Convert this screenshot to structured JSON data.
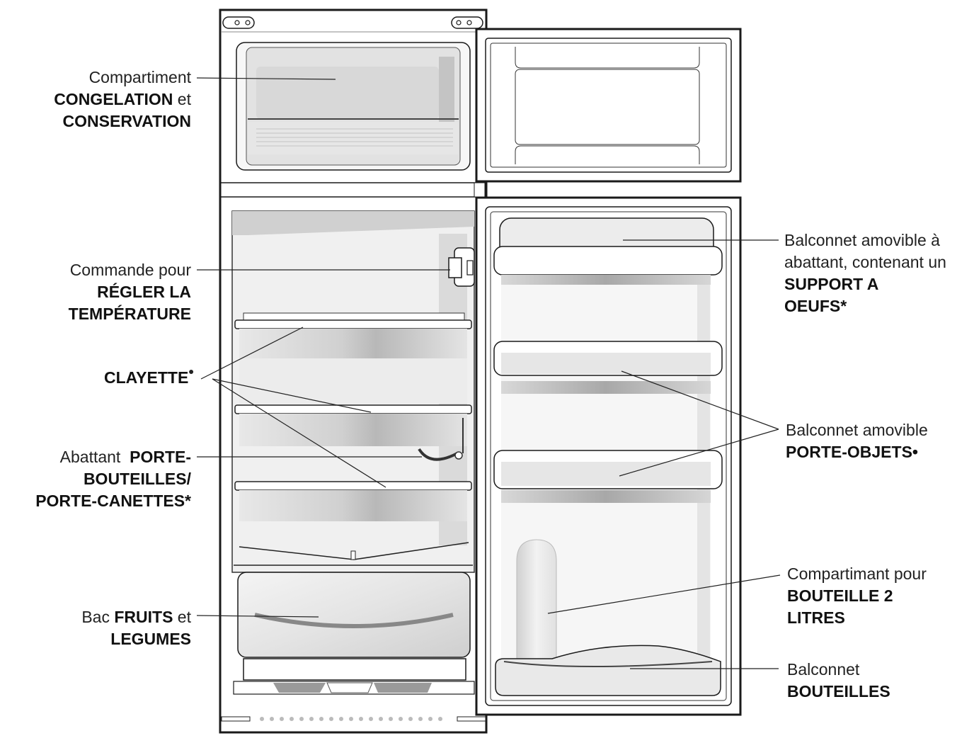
{
  "labels": {
    "freezer": {
      "line1": "Compartiment",
      "line2_bold": "CONGELATION",
      "line2_rest": " et",
      "line3_bold": "CONSERVATION"
    },
    "thermostat": {
      "line1": "Commande pour",
      "line2_bold": "RÉGLER LA",
      "line3_bold": "TEMPÉRATURE"
    },
    "shelf": {
      "line1_bold": "CLAYETTE",
      "marker": "•"
    },
    "bottle_flap": {
      "line1_rest": "Abattant  ",
      "line1_bold": "PORTE-",
      "line2_bold": "BOUTEILLES/",
      "line3_bold": "PORTE-CANETTES*"
    },
    "crisper": {
      "line1_rest": "Bac ",
      "line1_bold": "FRUITS",
      "line1_end": " et",
      "line2_bold": "LEGUMES"
    },
    "egg_balcony": {
      "line1": "Balconnet amovible à",
      "line2": "abattant, contenant un",
      "line3_bold": "SUPPORT A",
      "line4_bold": "OEUFS*"
    },
    "object_balcony": {
      "line1": "Balconnet amovible",
      "line2_bold": "PORTE-OBJETS•"
    },
    "bottle_compartment": {
      "line1": "Compartimant pour",
      "line2_bold": "BOUTEILLE 2",
      "line3_bold": "LITRES"
    },
    "bottle_balcony": {
      "line1": "Balconnet",
      "line2_bold": "BOUTEILLES"
    }
  }
}
